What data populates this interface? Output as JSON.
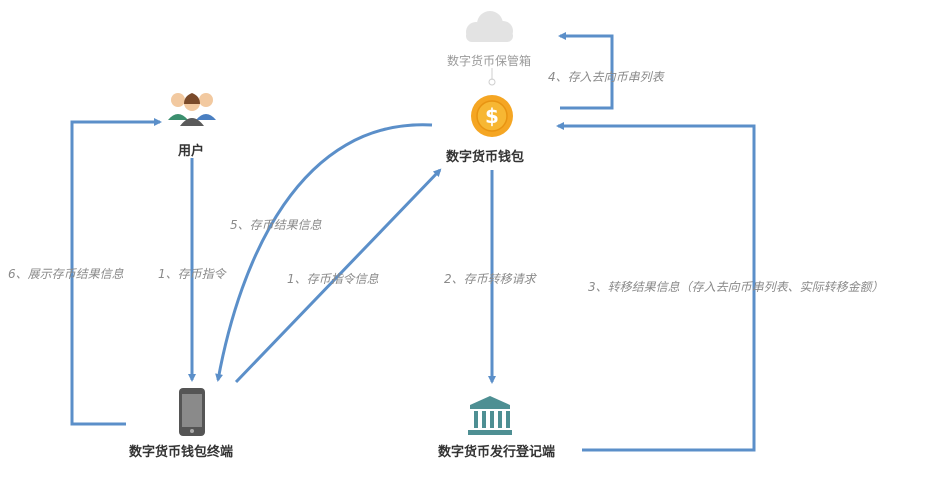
{
  "nodes": {
    "user": "用户",
    "wallet": "数字货币钱包",
    "vault": "数字货币保管箱",
    "terminal": "数字货币钱包终端",
    "registry": "数字货币发行登记端"
  },
  "edges": {
    "e1a": "1、存币指令",
    "e1b": "1、存币指令信息",
    "e2": "2、存币转移请求",
    "e3": "3、转移结果信息（存入去向币串列表、实际转移金额）",
    "e4": "4、存入去向币串列表",
    "e5": "5、存币结果信息",
    "e6": "6、展示存币结果信息"
  },
  "icons": {
    "user": "user-group-icon",
    "wallet": "coin-dollar-icon",
    "vault": "cloud-icon",
    "terminal": "mobile-phone-icon",
    "registry": "bank-building-icon"
  },
  "colors": {
    "arrow": "#5b8fc9",
    "coin": "#f5a623",
    "bank": "#4e8f93",
    "cloud": "#d9d9d9"
  }
}
